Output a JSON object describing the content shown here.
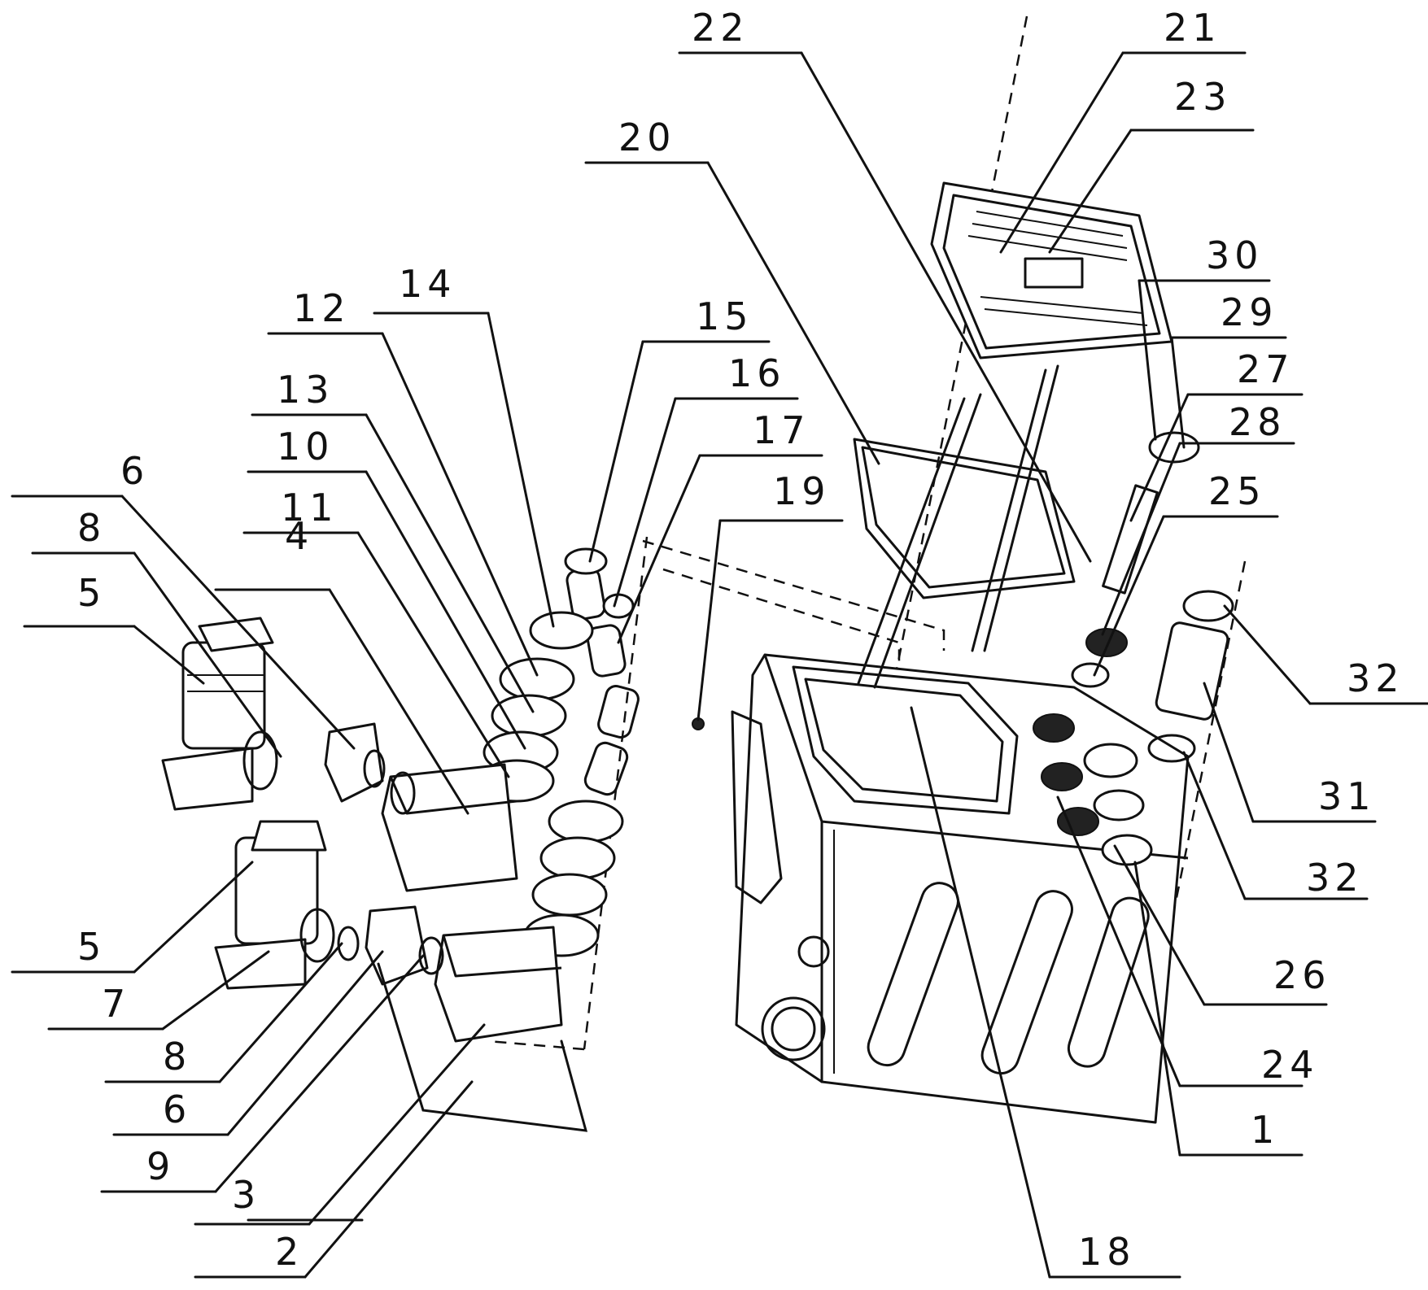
{
  "figure": {
    "kind": "exploded-assembly-drawing",
    "line_color": "#111111",
    "background": "#ffffff"
  },
  "labels": {
    "l1": "1",
    "l2": "2",
    "l3": "3",
    "l4": "4",
    "l5a": "5",
    "l5b": "5",
    "l6a": "6",
    "l6b": "6",
    "l7": "7",
    "l8a": "8",
    "l8b": "8",
    "l9": "9",
    "l10": "10",
    "l11": "11",
    "l12": "12",
    "l13": "13",
    "l14": "14",
    "l15": "15",
    "l16": "16",
    "l17": "17",
    "l18": "18",
    "l19": "19",
    "l20": "20",
    "l21": "21",
    "l22": "22",
    "l23": "23",
    "l24": "24",
    "l25": "25",
    "l26": "26",
    "l27": "27",
    "l28": "28",
    "l29": "29",
    "l30": "30",
    "l31": "31",
    "l32a": "32",
    "l32b": "32"
  }
}
